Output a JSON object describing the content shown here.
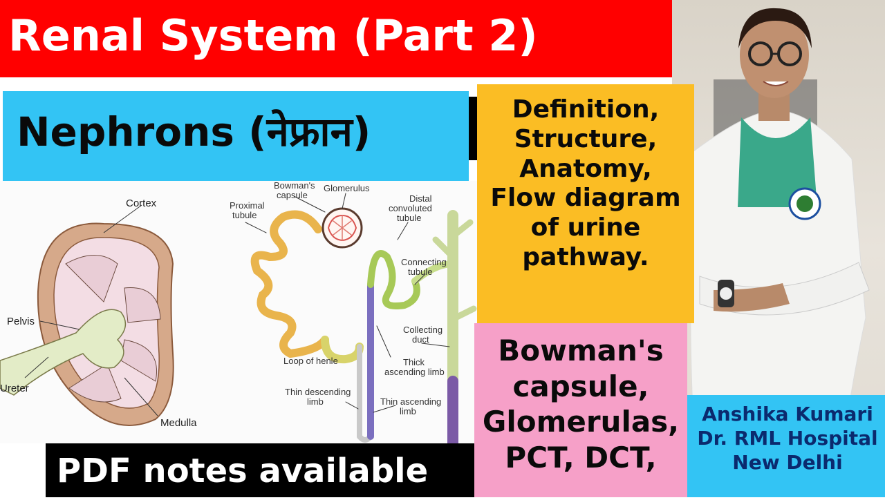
{
  "title": "Renal System (Part 2)",
  "subtitle": "Nephrons (नेफ्रान)",
  "topics": [
    "Definition,",
    "Structure,",
    "Anatomy,",
    "Flow diagram",
    "of urine",
    "pathway."
  ],
  "parts": [
    "Bowman's",
    "capsule,",
    "Glomerulas,",
    "PCT, DCT,"
  ],
  "pdf_notice": "PDF notes available",
  "author": {
    "name": "Anshika Kumari",
    "hospital": "Dr. RML Hospital",
    "city": "New Delhi"
  },
  "diagram_labels": {
    "cortex": "Cortex",
    "pelvis": "Pelvis",
    "ureter": "Ureter",
    "medulla": "Medulla",
    "bowmans_capsule": [
      "Bowman's",
      "capsule"
    ],
    "glomerulus": "Glomerulus",
    "distal_tubule": [
      "Distal",
      "convoluted",
      "tubule"
    ],
    "proximal_tubule": [
      "Proximal",
      "tubule"
    ],
    "connecting_tubule": [
      "Connecting",
      "tubule"
    ],
    "collecting_duct": [
      "Collecting",
      "duct"
    ],
    "loop_of_henle": "Loop of henle",
    "thick_ascending": [
      "Thick",
      "ascending limb"
    ],
    "thin_descending": [
      "Thin descending",
      "limb"
    ],
    "thin_ascending": [
      "Thin ascending",
      "limb"
    ]
  },
  "colors": {
    "title_red": "#ff0000",
    "banner_blue": "#33c4f4",
    "topics_yellow": "#fbbd24",
    "parts_pink": "#f6a0c8",
    "author_text": "#0b2a6e"
  }
}
